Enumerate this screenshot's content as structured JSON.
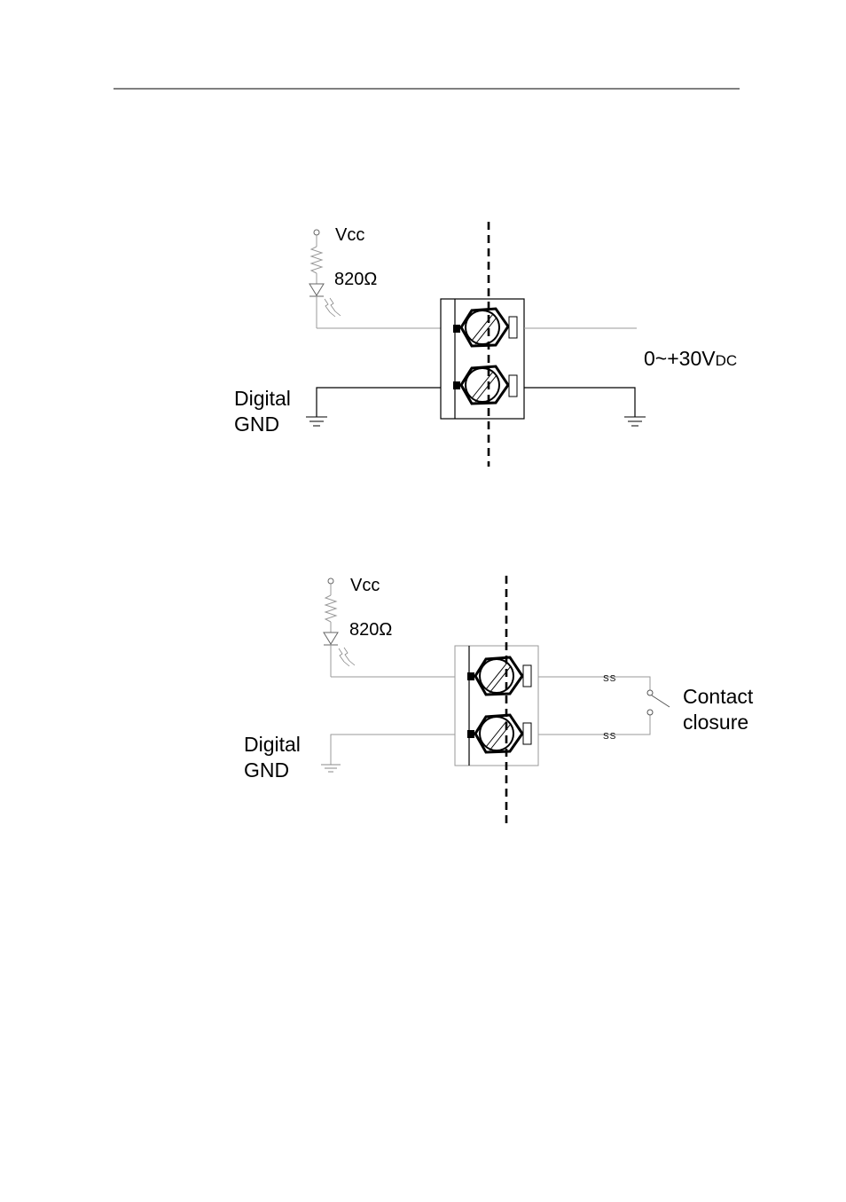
{
  "diagram1": {
    "vcc_label": "Vcc",
    "resistor_label": "820Ω",
    "input_voltage_main": "0~+30V",
    "input_voltage_sub": "DC",
    "gnd_label_line1": "Digital",
    "gnd_label_line2": "GND"
  },
  "diagram2": {
    "vcc_label": "Vcc",
    "resistor_label": "820Ω",
    "contact_label_line1": "Contact",
    "contact_label_line2": "closure",
    "gnd_label_line1": "Digital",
    "gnd_label_line2": "GND",
    "wire_break_mark_top": "SS",
    "wire_break_mark_bottom": "SS"
  },
  "colors": {
    "ink": "#000000",
    "thin_wire": "#9a9a9a"
  }
}
